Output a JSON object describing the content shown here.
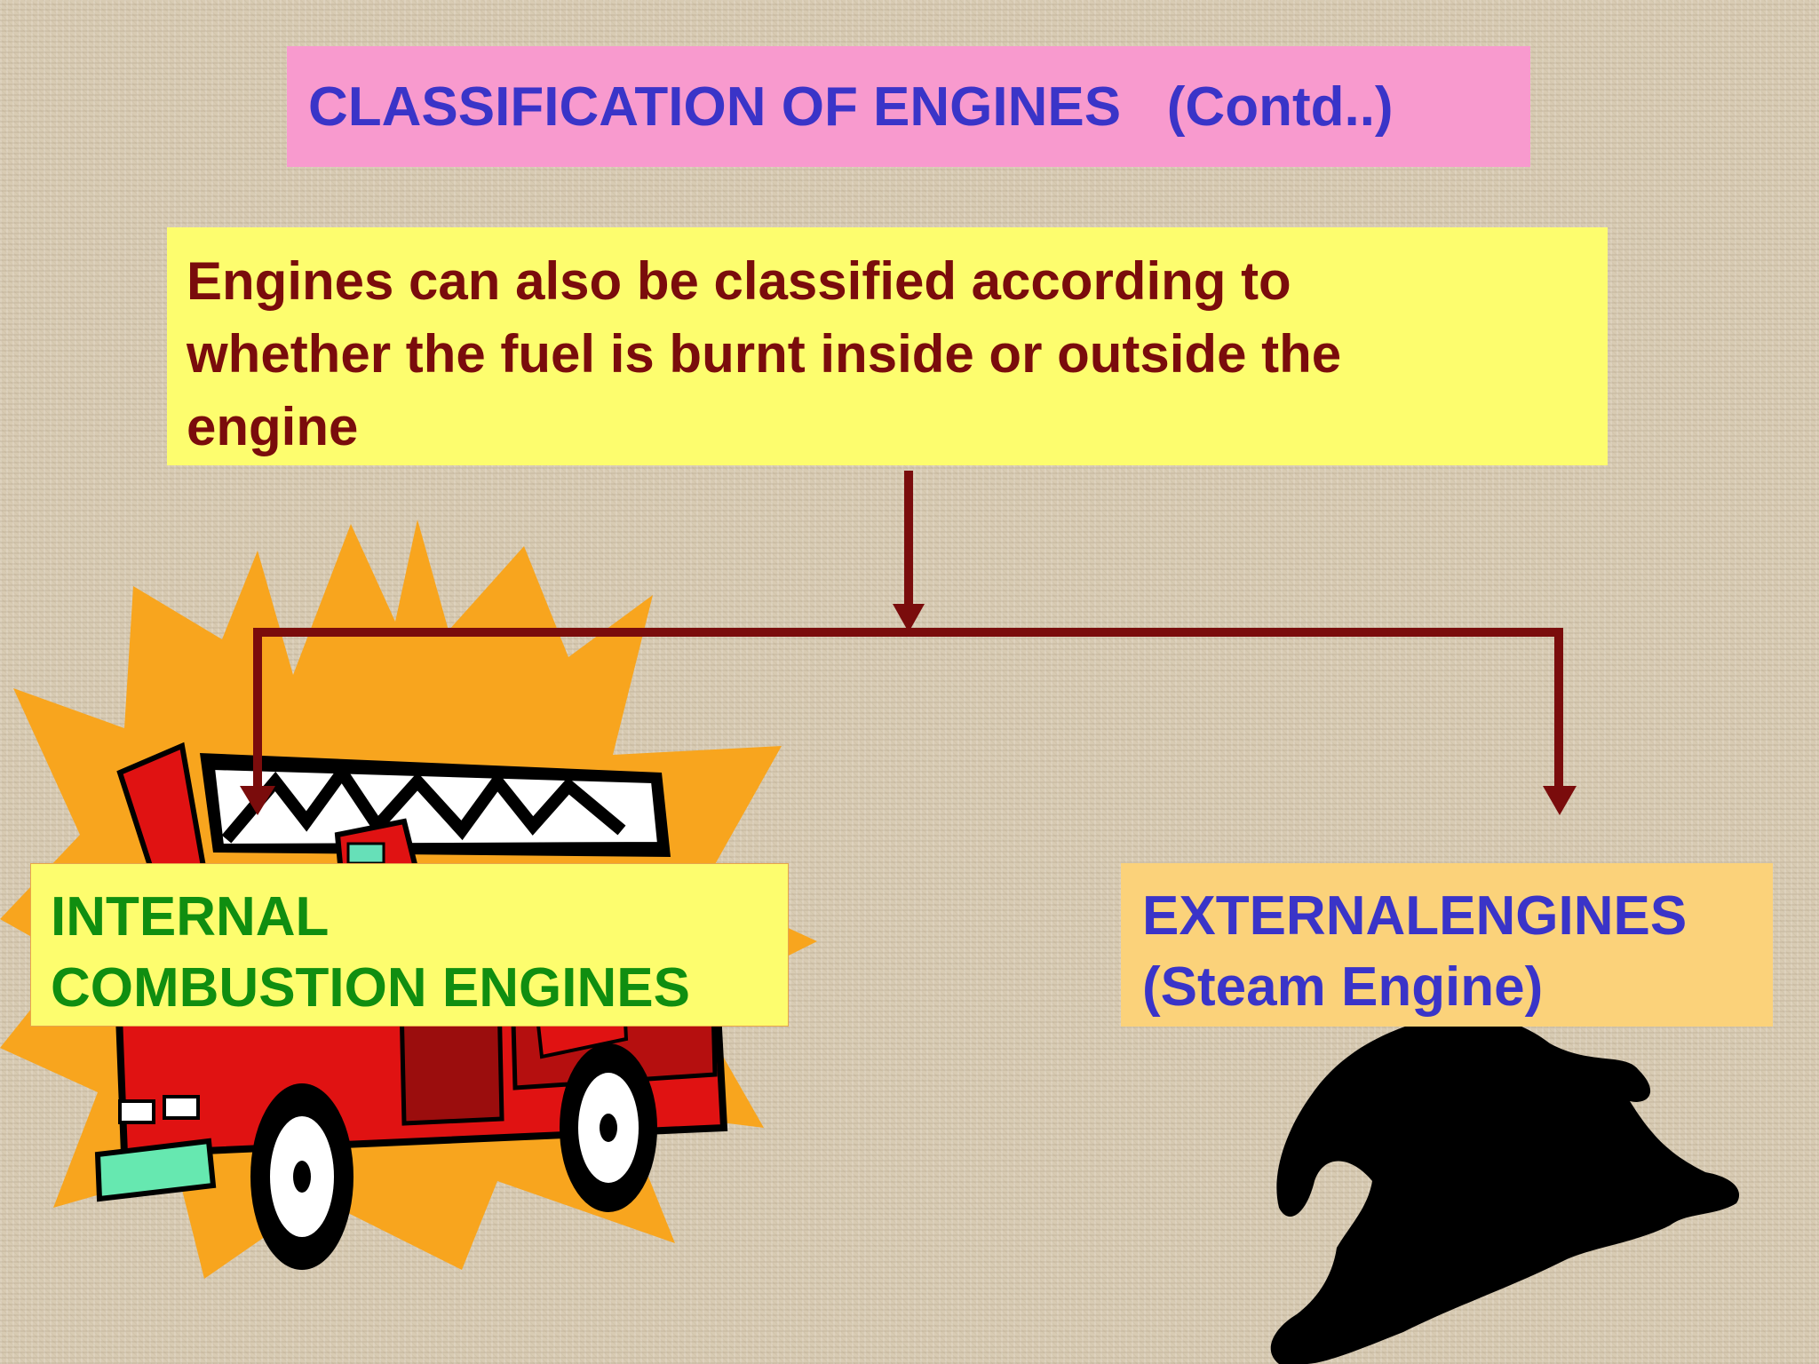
{
  "slide": {
    "title": "CLASSIFICATION OF ENGINES   (Contd..)",
    "intro_lines": [
      "Engines can also be classified according to",
      "whether the fuel is burnt inside or outside the",
      "engine"
    ],
    "internal_label_lines": [
      "INTERNAL",
      "COMBUSTION ENGINES"
    ],
    "external_label_lines": [
      "EXTERNALENGINES",
      "(Steam Engine)"
    ]
  },
  "colors": {
    "title_bg": "#f89ace",
    "title_text": "#3a34c8",
    "intro_bg": "#fdfd6e",
    "intro_text": "#7a0c0c",
    "arrow": "#7a0c0c",
    "internal_text": "#108e10",
    "external_bg": "#fbd27a",
    "external_text": "#3a34c8"
  },
  "illustrations": [
    "fire-truck-clipart",
    "steam-locomotive-silhouette"
  ]
}
